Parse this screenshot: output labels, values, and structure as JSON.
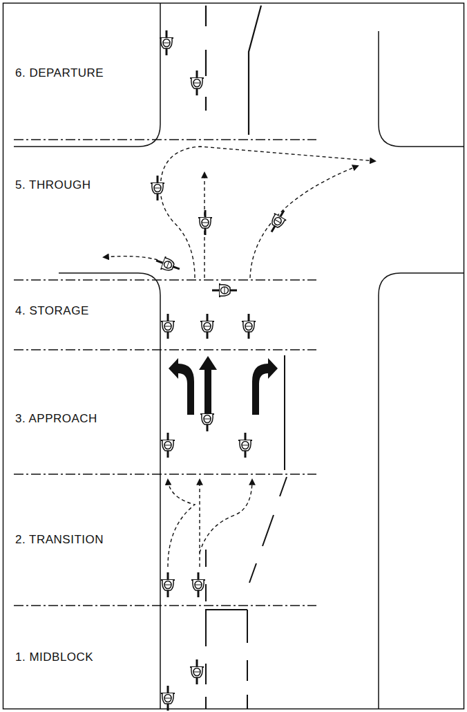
{
  "diagram": {
    "labels": [
      "6. DEPARTURE",
      "5. THROUGH",
      "4. STORAGE",
      "3. APPROACH",
      "2. TRANSITION",
      "1. MIDBLOCK"
    ]
  }
}
